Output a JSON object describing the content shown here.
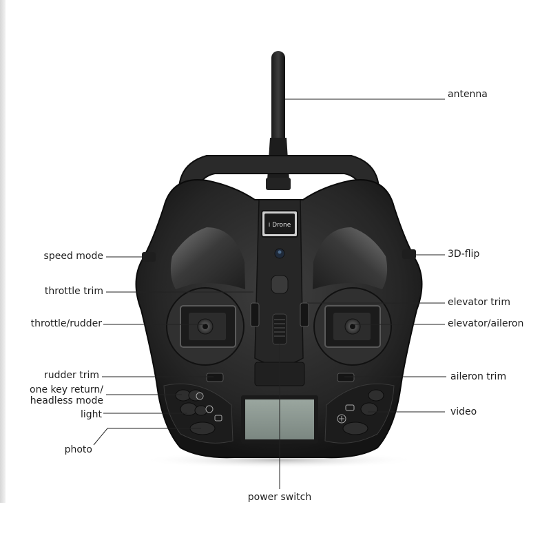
{
  "labels": {
    "antenna": "antenna",
    "speed_mode": "speed mode",
    "flip_3d": "3D-flip",
    "throttle_trim": "throttle trim",
    "elevator_trim": "elevator trim",
    "throttle_rudder": "throttle/rudder",
    "elevator_aileron": "elevator/aileron",
    "rudder_trim": "rudder trim",
    "aileron_trim": "aileron trim",
    "one_key_return_line1": "one key return/",
    "one_key_return_line2": "headless mode",
    "light": "light",
    "video": "video",
    "photo": "photo",
    "power_switch": "power switch"
  },
  "logo_text": "i Drone",
  "colors": {
    "body": "#2b2b2b",
    "body_dark": "#161616",
    "body_light": "#4a4a4a",
    "lcd": "#8e9a94",
    "leader_line": "#222222"
  },
  "icons": [
    "antenna-icon",
    "signal-icon",
    "gear-icon",
    "camera-icon",
    "video-icon",
    "plus-icon"
  ]
}
